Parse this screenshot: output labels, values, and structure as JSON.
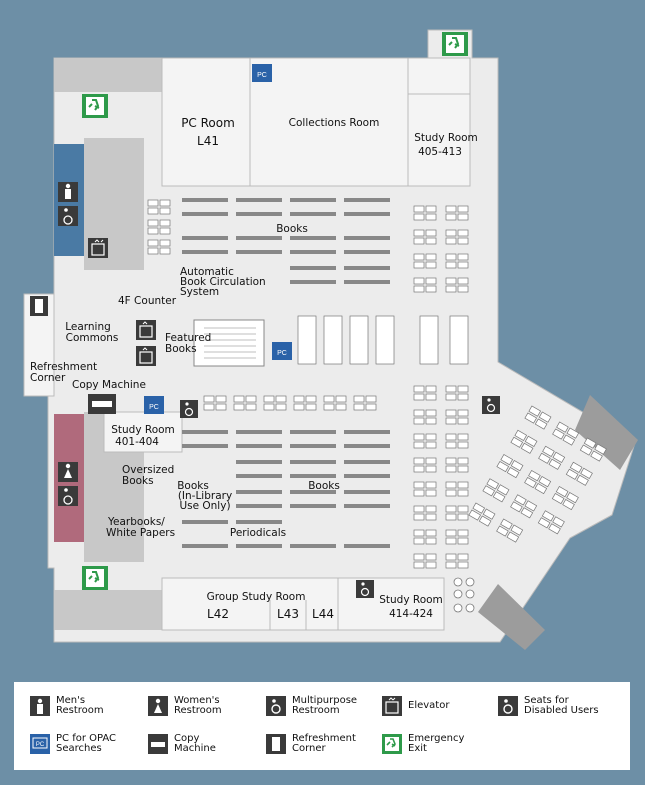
{
  "rooms": {
    "pc_room": {
      "name": "PC Room",
      "code": "L41"
    },
    "collections_room": "Collections Room",
    "study_room_405": {
      "name": "Study Room",
      "code": "405-413"
    },
    "study_room_401": {
      "name": "Study Room",
      "code": "401-404"
    },
    "study_room_414": {
      "name": "Study Room",
      "code": "414-424"
    },
    "group_study": {
      "name": "Group Study Room",
      "l42": "L42",
      "l43": "L43",
      "l44": "L44"
    }
  },
  "areas": {
    "books_top": "Books",
    "abc": [
      "Automatic",
      "Book Circulation",
      "System"
    ],
    "counter": "4F Counter",
    "learning_commons": [
      "Learning",
      "Commons"
    ],
    "featured_books": [
      "Featured",
      "Books"
    ],
    "refreshment_corner": [
      "Refreshment",
      "Corner"
    ],
    "copy_machine": "Copy Machine",
    "oversized_books": [
      "Oversized",
      "Books"
    ],
    "books_in_library": [
      "Books",
      "(In-Library",
      "Use Only)"
    ],
    "books_mid": "Books",
    "yearbooks": [
      "Yearbooks/",
      "White Papers"
    ],
    "periodicals": "Periodicals"
  },
  "legend": [
    {
      "icon": "mens-restroom-icon",
      "label": "Men's\nRestroom"
    },
    {
      "icon": "womens-restroom-icon",
      "label": "Women's\nRestroom"
    },
    {
      "icon": "multipurpose-restroom-icon",
      "label": "Multipurpose\nRestroom"
    },
    {
      "icon": "elevator-icon",
      "label": "Elevator"
    },
    {
      "icon": "seats-disabled-icon",
      "label": "Seats for\nDisabled Users"
    },
    {
      "icon": "pc-opac-icon",
      "label": "PC for OPAC\nSearches"
    },
    {
      "icon": "copy-machine-icon",
      "label": "Copy\nMachine"
    },
    {
      "icon": "refreshment-icon",
      "label": "Refreshment\nCorner"
    },
    {
      "icon": "emergency-exit-icon",
      "label": "Emergency\nExit"
    }
  ],
  "colors": {
    "background": "#6d8fa6",
    "floor": "#ececec",
    "wall": "#c8c8c8",
    "mens_area": "#4a7aa4",
    "womens_area": "#b06a7c",
    "pc_blue": "#2a62a8",
    "exit_green": "#2e9a4a",
    "icon_dark": "#3a3a3a"
  }
}
